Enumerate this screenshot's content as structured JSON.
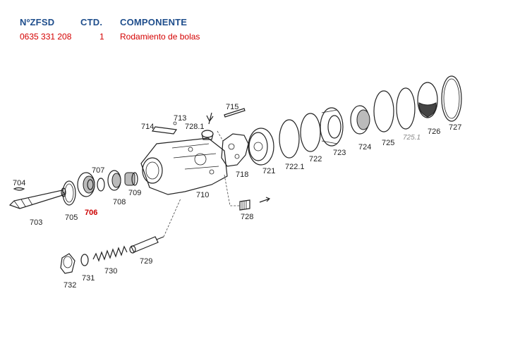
{
  "header": {
    "part_no_label": "NºZFSD",
    "qty_label": "CTD.",
    "component_label": "COMPONENTE"
  },
  "row": {
    "part_no": "0635 331 208",
    "qty": "1",
    "component": "Rodamiento de bolas"
  },
  "colors": {
    "header": "#1f4e8c",
    "value": "#d40000",
    "highlight": "#cc0000"
  },
  "diagram": {
    "labels": {
      "p703": "703",
      "p704": "704",
      "p705": "705",
      "p706": "706",
      "p707": "707",
      "p708": "708",
      "p709": "709",
      "p710": "710",
      "p713": "713",
      "p714": "714",
      "p715": "715",
      "p718": "718",
      "p721": "721",
      "p722_1": "722.1",
      "p722": "722",
      "p723": "723",
      "p724": "724",
      "p725": "725",
      "p725_1": "725.1",
      "p726": "726",
      "p727": "727",
      "p728": "728",
      "p728_1": "728.1",
      "p729": "729",
      "p730": "730",
      "p731": "731",
      "p732": "732"
    },
    "highlighted_part": "706"
  }
}
